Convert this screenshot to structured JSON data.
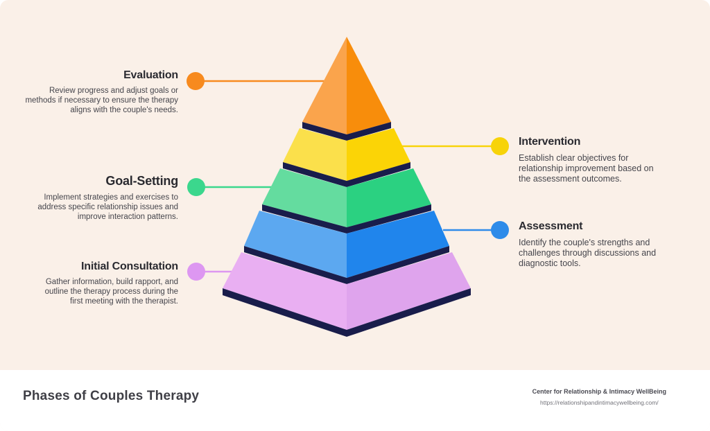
{
  "background": {
    "canvas": "#FAF0E8",
    "footer": "#FFFFFF"
  },
  "pyramid": {
    "navy": "#191D4B",
    "levels_top_to_bottom": [
      "Evaluation",
      "Intervention",
      "Goal-Setting",
      "Assessment",
      "Initial Consultation"
    ]
  },
  "phases": [
    {
      "name": "Evaluation",
      "description": "Review progress and adjust goals or methods if necessary to ensure the therapy aligns with the couple's needs.",
      "accent": "#F78A1E",
      "face_left": "#FAA44C",
      "face_right": "#F88D0B",
      "side": "left"
    },
    {
      "name": "Intervention",
      "description": "Establish clear objectives for relationship improvement based on the assessment outcomes.",
      "accent": "#F7D309",
      "face_left": "#FBE04B",
      "face_right": "#FBD406",
      "side": "right"
    },
    {
      "name": "Goal-Setting",
      "description": "Implement strategies and exercises to address specific relationship issues and improve interaction patterns.",
      "accent": "#3BD78D",
      "face_left": "#64DC9F",
      "face_right": "#2BD181",
      "side": "left"
    },
    {
      "name": "Assessment",
      "description": "Identify the couple's strengths and challenges through discussions and diagnostic tools.",
      "accent": "#2E8BE9",
      "face_left": "#5CA8F0",
      "face_right": "#2085EC",
      "side": "right"
    },
    {
      "name": "Initial Consultation",
      "description": "Gather information, build rapport, and outline the therapy process during the first meeting with the therapist.",
      "accent": "#DD97F1",
      "face_left": "#E9AFF2",
      "face_right": "#DFA4ED",
      "side": "left"
    }
  ],
  "footer": {
    "title": "Phases of Couples Therapy",
    "organization": "Center for Relationship & Intimacy WellBeing",
    "url": "https://relationshipandintimacywellbeing.com/"
  }
}
